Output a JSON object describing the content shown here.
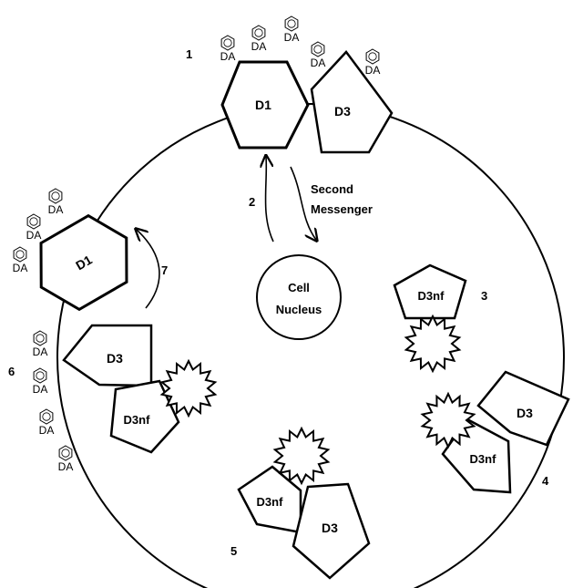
{
  "numbers": {
    "n1": "1",
    "n2": "2",
    "n3": "3",
    "n4": "4",
    "n5": "5",
    "n6": "6",
    "n7": "7"
  },
  "messenger": {
    "line1": "Second",
    "line2": "Messenger"
  },
  "nucleus": {
    "line1": "Cell",
    "line2": "Nucleus"
  },
  "receptors": {
    "d1": "D1",
    "d3": "D3",
    "d3nf": "D3nf"
  },
  "ligand": {
    "label": "DA"
  },
  "colors": {
    "stroke": "#000000",
    "background": "#ffffff"
  }
}
